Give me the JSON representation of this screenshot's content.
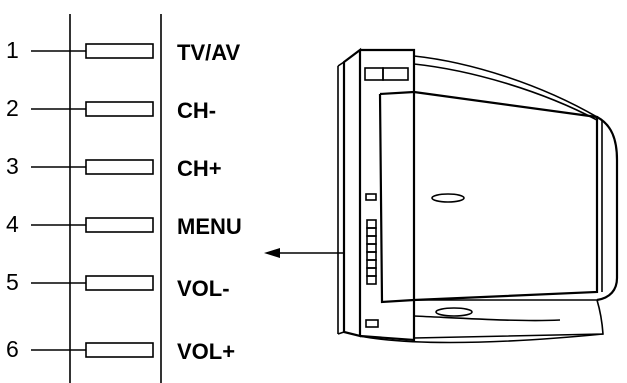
{
  "panel": {
    "buttons": [
      {
        "number": "1",
        "label": "TV/AV"
      },
      {
        "number": "2",
        "label": "CH-"
      },
      {
        "number": "3",
        "label": "CH+"
      },
      {
        "number": "4",
        "label": "MENU"
      },
      {
        "number": "5",
        "label": "VOL-"
      },
      {
        "number": "6",
        "label": "VOL+"
      }
    ]
  },
  "colors": {
    "line": "#000000",
    "background": "#ffffff"
  },
  "icons": {
    "television": "tv-side-view-icon",
    "pointer": "arrow-left-icon"
  }
}
